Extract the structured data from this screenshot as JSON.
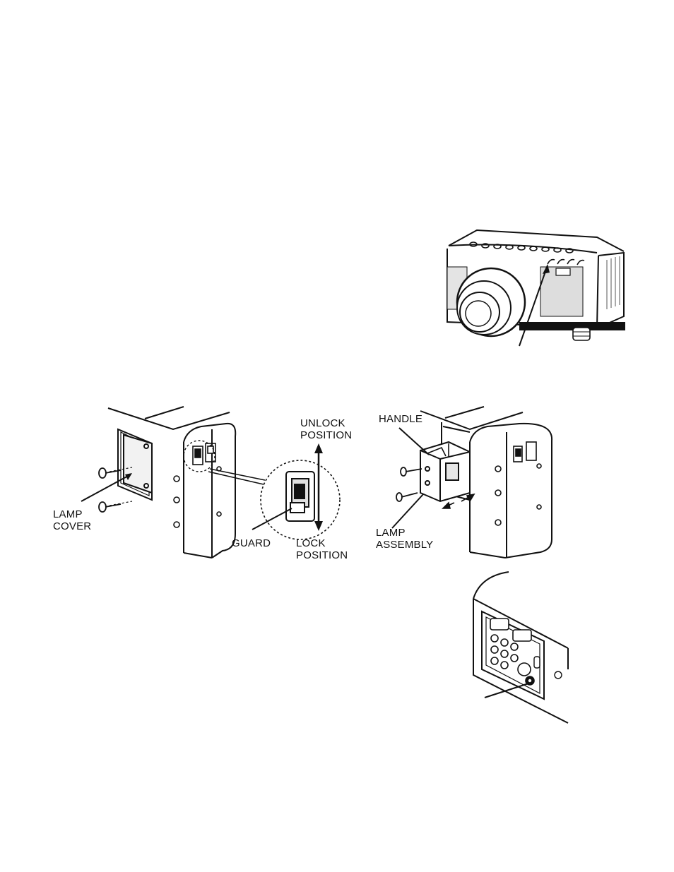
{
  "figures": {
    "lamp_replacement": {
      "labels": {
        "unlock_line1": "UNLOCK",
        "unlock_line2": "POSITION",
        "handle": "HANDLE",
        "lamp_cover_line1": "LAMP",
        "lamp_cover_line2": "COVER",
        "guard": "GUARD",
        "lock_line1": "LOCK",
        "lock_line2": "POSITION",
        "lamp_assembly_line1": "LAMP",
        "lamp_assembly_line2": "ASSEMBLY"
      }
    }
  }
}
